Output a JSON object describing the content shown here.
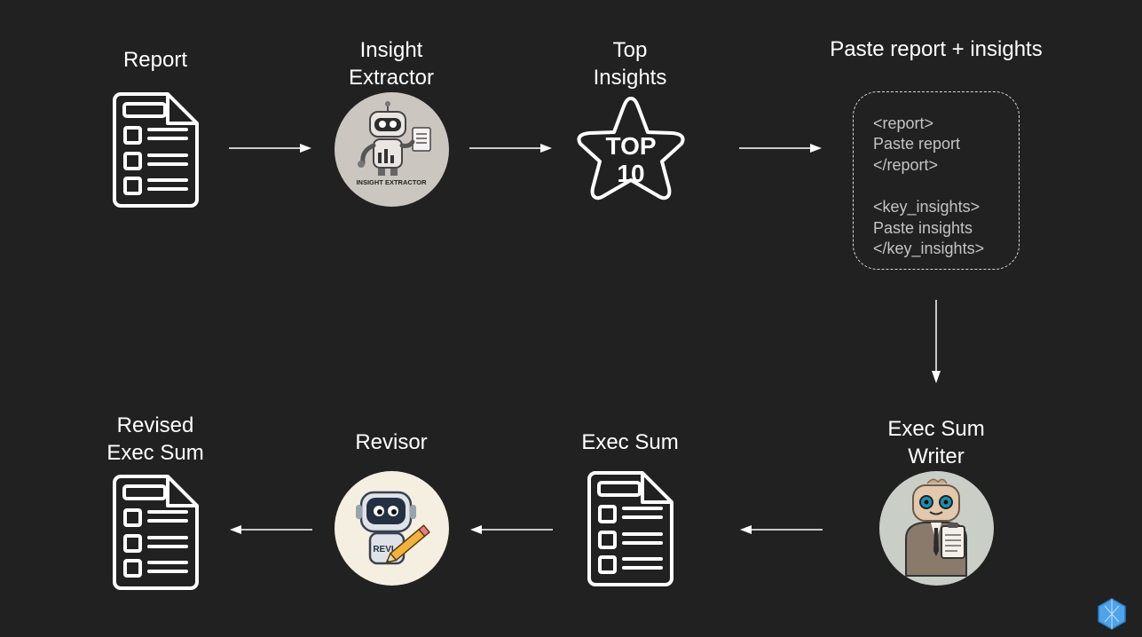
{
  "colors": {
    "background": "#212121",
    "foreground": "#ffffff",
    "prompt_text": "#c4c4c4",
    "logo": "#4fa3e8"
  },
  "labels": {
    "report": "Report",
    "insight_extractor": "Insight\nExtractor",
    "top_insights": "Top\nInsights",
    "paste": "Paste report + insights",
    "exec_sum_writer": "Exec Sum\nWriter",
    "exec_sum": "Exec Sum",
    "revisor": "Revisor",
    "revised_exec_sum": "Revised\nExec Sum"
  },
  "badges": {
    "insight_extractor": "INSIGHT EXTRACTOR",
    "top_line1": "TOP",
    "top_line2": "10",
    "revisor": "REVI"
  },
  "prompt": {
    "lines": [
      "<report>",
      "Paste report",
      "</report>",
      "",
      "<key_insights>",
      "Paste insights",
      "</key_insights>"
    ]
  },
  "icons": [
    "document-icon",
    "robot-icon",
    "star-icon",
    "arrow-icon",
    "logo-icon"
  ]
}
